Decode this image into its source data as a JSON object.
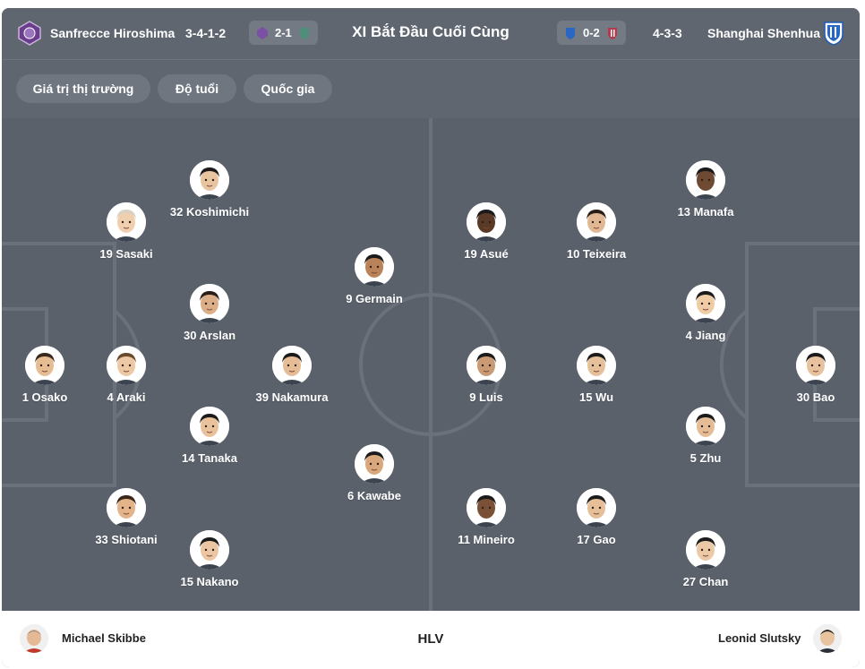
{
  "header": {
    "title": "XI Bắt Đầu Cuối Cùng",
    "home": {
      "name": "Sanfrecce Hiroshima",
      "formation": "3-4-1-2",
      "recent_score": "2-1",
      "color": "#6a3e8c"
    },
    "away": {
      "name": "Shanghai Shenhua",
      "formation": "4-3-3",
      "recent_score": "0-2",
      "color": "#1f5bb5"
    }
  },
  "filters": [
    "Giá trị thị trường",
    "Độ tuổi",
    "Quốc gia"
  ],
  "home_players": [
    {
      "label": "32 Koshimichi",
      "skin": "#e8c4a0",
      "hair": "#1b1b1b"
    },
    {
      "label": "19 Sasaki",
      "skin": "#f0cfae",
      "hair": "#d9d2c4"
    },
    {
      "label": "9 Germain",
      "skin": "#b98258",
      "hair": "#1b1b1b"
    },
    {
      "label": "30 Arslan",
      "skin": "#dcae88",
      "hair": "#2a1f18"
    },
    {
      "label": "1 Osako",
      "skin": "#e6bc92",
      "hair": "#3a2a1e"
    },
    {
      "label": "4 Araki",
      "skin": "#edc8a4",
      "hair": "#6b4a2c"
    },
    {
      "label": "39 Nakamura",
      "skin": "#e5bc95",
      "hair": "#1b1b1b"
    },
    {
      "label": "14 Tanaka",
      "skin": "#e9c29c",
      "hair": "#1b1b1b"
    },
    {
      "label": "6 Kawabe",
      "skin": "#d9a77c",
      "hair": "#1b1b1b"
    },
    {
      "label": "33 Shiotani",
      "skin": "#e3b48a",
      "hair": "#3a2718"
    },
    {
      "label": "15 Nakano",
      "skin": "#ecc6a2",
      "hair": "#1b1b1b"
    }
  ],
  "away_players": [
    {
      "label": "13 Manafa",
      "skin": "#6e4a32",
      "hair": "#1b1b1b"
    },
    {
      "label": "19 Asué",
      "skin": "#5a3a26",
      "hair": "#1b1b1b"
    },
    {
      "label": "10 Teixeira",
      "skin": "#e2b894",
      "hair": "#2a1f18"
    },
    {
      "label": "4 Jiang",
      "skin": "#efcba6",
      "hair": "#1b1b1b"
    },
    {
      "label": "9 Luis",
      "skin": "#c99a74",
      "hair": "#1b1b1b"
    },
    {
      "label": "15 Wu",
      "skin": "#e6c09a",
      "hair": "#1b1b1b"
    },
    {
      "label": "30 Bao",
      "skin": "#e8c29e",
      "hair": "#1b1b1b"
    },
    {
      "label": "5 Zhu",
      "skin": "#e4bc96",
      "hair": "#1b1b1b"
    },
    {
      "label": "11 Mineiro",
      "skin": "#7a5036",
      "hair": "#1b1b1b"
    },
    {
      "label": "17 Gao",
      "skin": "#e6be98",
      "hair": "#1b1b1b"
    },
    {
      "label": "27 Chan",
      "skin": "#ecc9a6",
      "hair": "#1b1b1b"
    }
  ],
  "footer": {
    "home_coach": "Michael Skibbe",
    "label": "HLV",
    "away_coach": "Leonid Slutsky"
  }
}
